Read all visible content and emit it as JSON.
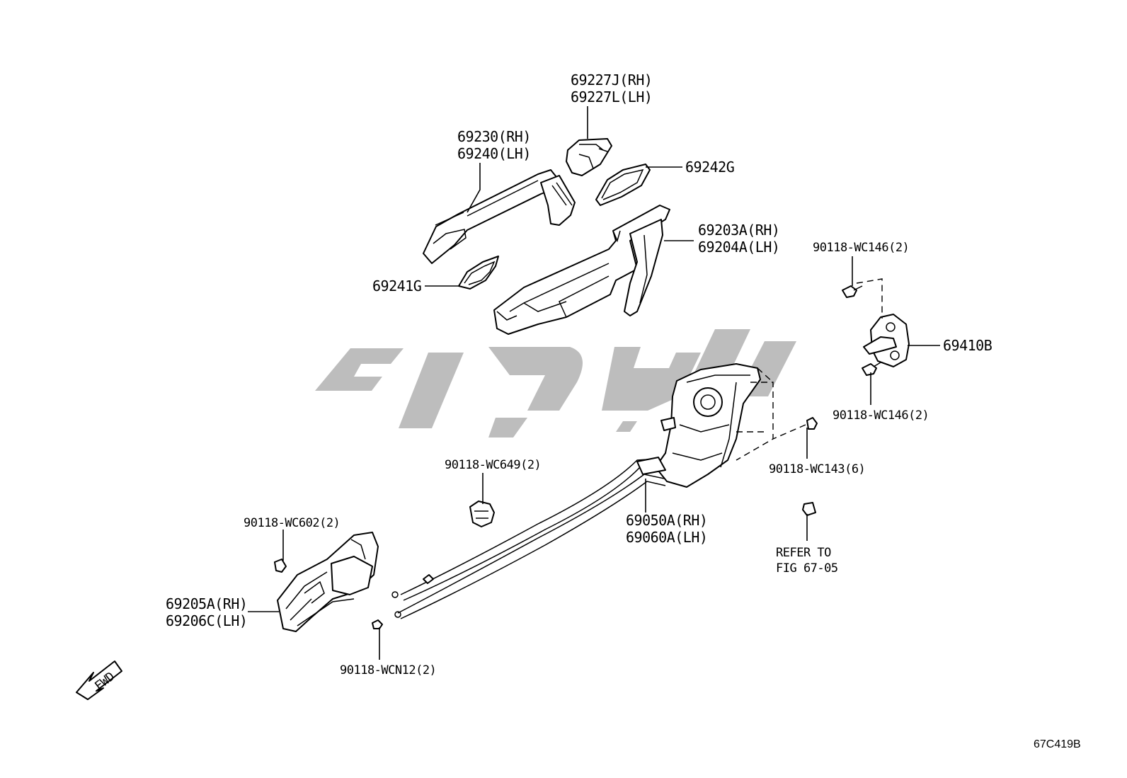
{
  "labels": {
    "l1": "69227J(RH)",
    "l2": "69227L(LH)",
    "l3": "69230(RH)",
    "l4": "69240(LH)",
    "l5": "69242G",
    "l6": "69203A(RH)",
    "l7": "69204A(LH)",
    "l8": "69241G",
    "l9": "90118-WC146(2)",
    "l10": "69410B",
    "l11": "90118-WC146(2)",
    "l12": "90118-WC143(6)",
    "l13": "90118-WC649(2)",
    "l14": "69050A(RH)",
    "l15": "69060A(LH)",
    "l16": "REFER TO",
    "l17": "FIG 67-05",
    "l18": "90118-WC602(2)",
    "l19": "69205A(RH)",
    "l20": "69206C(LH)",
    "l21": "90118-WCN12(2)",
    "fwd": "FWD",
    "code": "67C419B"
  },
  "colors": {
    "line": "#000000",
    "watermark": "#bdbdbd",
    "background": "#ffffff"
  },
  "icons": {
    "fwd": "fwd-arrow-icon",
    "watermark": "brand-watermark"
  }
}
